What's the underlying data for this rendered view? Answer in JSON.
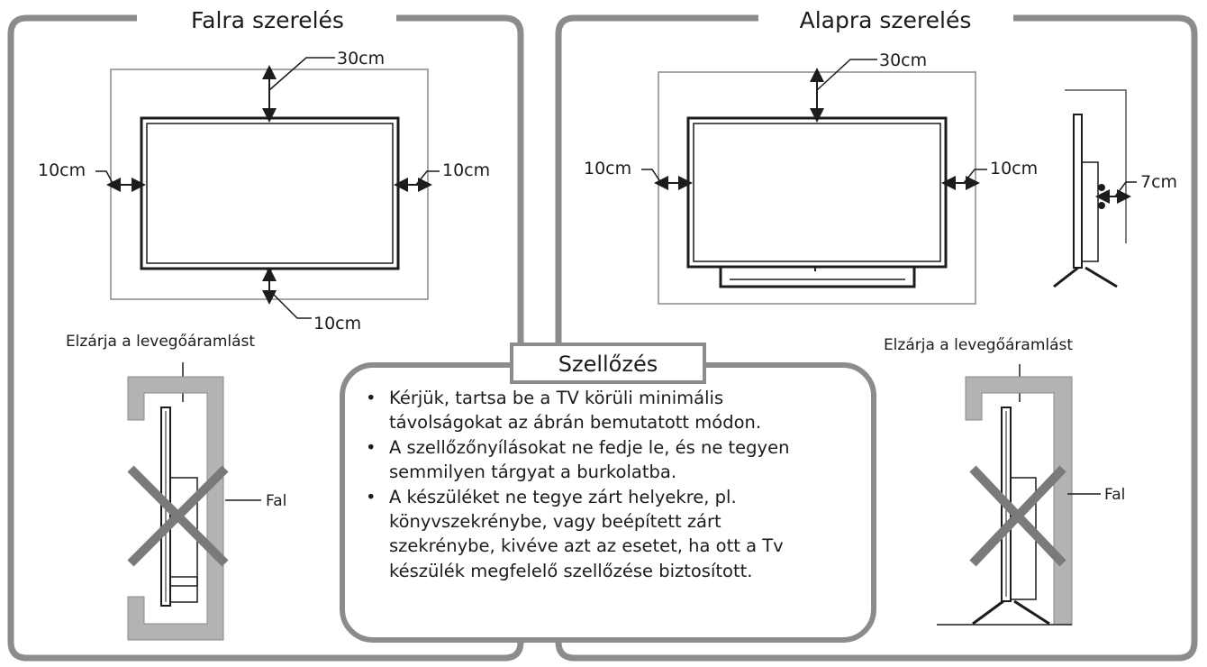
{
  "panels": {
    "wall": {
      "title": "Falra szerelés",
      "dim_top": "30cm",
      "dim_left": "10cm",
      "dim_right": "10cm",
      "dim_bottom": "10cm",
      "blocked_label": "Elzárja a levegőáramlást",
      "wall_label": "Fal"
    },
    "stand": {
      "title": "Alapra szerelés",
      "dim_top": "30cm",
      "dim_left": "10cm",
      "dim_right": "10cm",
      "dim_side": "7cm",
      "blocked_label": "Elzárja a levegőáramlást",
      "wall_label": "Fal"
    }
  },
  "ventilation": {
    "title": "Szellőzés",
    "bullet": "•",
    "lines": [
      [
        "Kérjük, tartsa be a TV körüli minimális",
        "távolságokat az ábrán bemutatott módon."
      ],
      [
        "A szellőzőnyílásokat ne fedje le, és ne tegyen",
        "semmilyen tárgyat a burkolatba."
      ],
      [
        "A készüléket ne tegye zárt helyekre, pl.",
        "könyvszekrénybe, vagy beépített zárt",
        "szekrénybe, kivéve azt az esetet, ha ott a Tv",
        "készülék megfelelő szellőzése biztosított."
      ]
    ]
  },
  "colors": {
    "frame_gray": "#8c8c8c",
    "line_dark": "#1c1c1c",
    "cross_gray": "#7a7a7a",
    "wall_fill": "#b3b3b3"
  }
}
